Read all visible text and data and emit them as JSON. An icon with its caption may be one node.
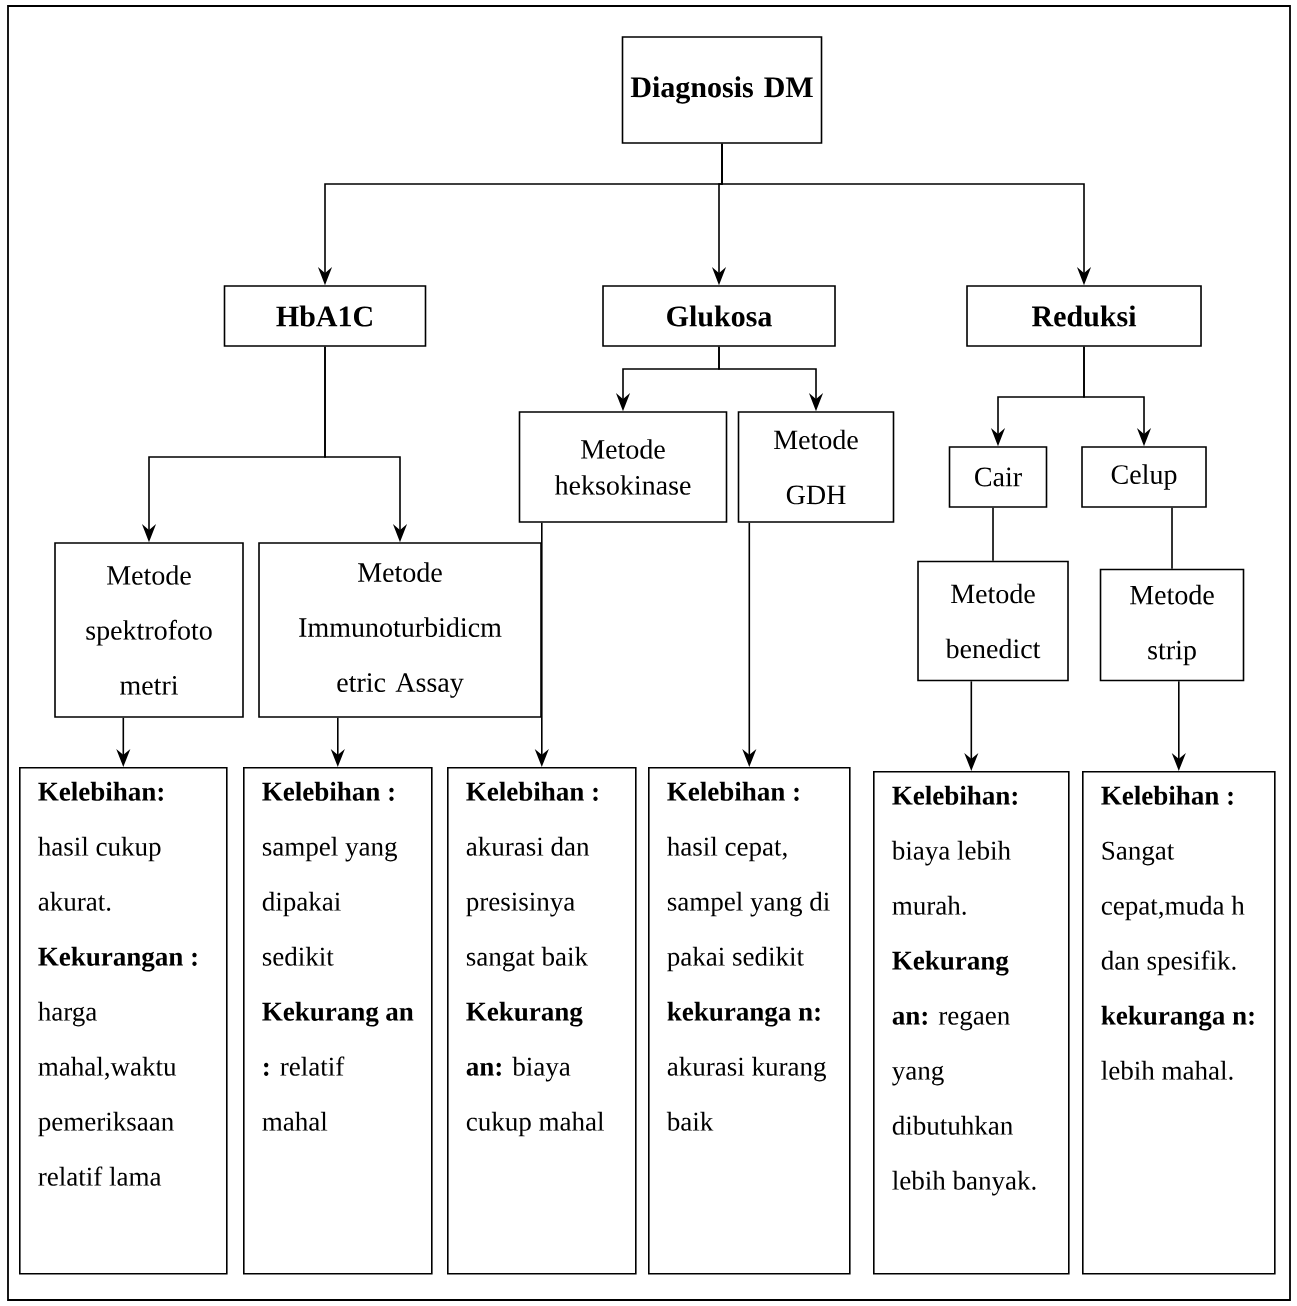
{
  "diagram": {
    "nodes": [
      {
        "text": [
          "Diagnosis DM"
        ]
      },
      {
        "text": [
          "HbA1C"
        ]
      },
      {
        "text": [
          "Glukosa"
        ]
      },
      {
        "text": [
          "Reduksi"
        ]
      },
      {
        "text": [
          "Metode spektrofoto metri"
        ]
      },
      {
        "text": [
          "Metode Immunoturbidicm etric Assay"
        ]
      },
      {
        "text": [
          "Metode heksokinase"
        ]
      },
      {
        "text": [
          "Metode GDH"
        ]
      },
      {
        "text": [
          "Cair"
        ]
      },
      {
        "text": [
          "Celup"
        ]
      },
      {
        "text": [
          "Metode benedict"
        ]
      },
      {
        "text": [
          "Metode strip"
        ]
      },
      {
        "text": [
          "**Kelebihan:** hasil cukup akurat. **Kekurangan :** harga mahal,waktu pemeriksaan relatif lama"
        ]
      },
      {
        "text": [
          "**Kelebihan :** sampel yang dipakai sedikit **Kekurang an :** relatif mahal"
        ]
      },
      {
        "text": [
          "**Kelebihan :** akurasi dan presisinya sangat baik **Kekurang an:** biaya cukup mahal"
        ]
      },
      {
        "text": [
          "**Kelebihan :** hasil cepat, sampel yang di pakai sedikit **kekuranga n:** akurasi kurang baik"
        ]
      },
      {
        "text": [
          "**Kelebihan:** biaya lebih murah. **Kekurang an:** regaen yang dibutuhkan lebih banyak."
        ]
      },
      {
        "text": [
          "**Kelebihan :** Sangat cepat,muda h dan spesifik. **kekuranga n:** lebih mahal."
        ]
      }
    ],
    "edges": [
      {
        "from": 0,
        "to": 1,
        "arrow": "to"
      },
      {
        "from": 0,
        "to": 2,
        "arrow": "to"
      },
      {
        "from": 0,
        "to": 3,
        "arrow": "to"
      },
      {
        "from": 1,
        "to": 4,
        "arrow": "to"
      },
      {
        "from": 1,
        "to": 5,
        "arrow": "to"
      },
      {
        "from": 2,
        "to": 6,
        "arrow": "to"
      },
      {
        "from": 2,
        "to": 7,
        "arrow": "to"
      },
      {
        "from": 3,
        "to": 8,
        "arrow": "to"
      },
      {
        "from": 3,
        "to": 9,
        "arrow": "to"
      },
      {
        "from": 8,
        "to": 10,
        "arrow": "none"
      },
      {
        "from": 9,
        "to": 11,
        "arrow": "none"
      },
      {
        "from": 4,
        "to": 12,
        "arrow": "to"
      },
      {
        "from": 5,
        "to": 13,
        "arrow": "to"
      },
      {
        "from": 6,
        "to": 14,
        "arrow": "to"
      },
      {
        "from": 7,
        "to": 15,
        "arrow": "to"
      },
      {
        "from": 10,
        "to": 16,
        "arrow": "to"
      },
      {
        "from": 11,
        "to": 17,
        "arrow": "to"
      }
    ]
  }
}
